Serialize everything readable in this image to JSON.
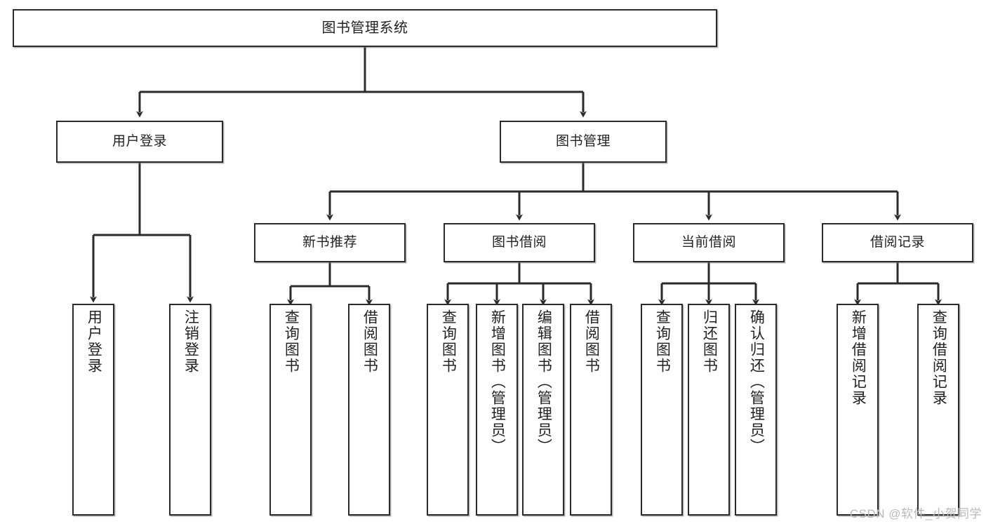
{
  "diagram": {
    "title": "图书管理系统",
    "type": "hierarchy-tree",
    "watermark": "CSDN @软件_小贺同学",
    "nodes": {
      "root": {
        "label": "图书管理系统"
      },
      "level2": [
        {
          "id": "user-login",
          "label": "用户登录"
        },
        {
          "id": "book-manage",
          "label": "图书管理"
        }
      ],
      "level3": [
        {
          "id": "new-book-recommend",
          "label": "新书推荐"
        },
        {
          "id": "book-borrow",
          "label": "图书借阅"
        },
        {
          "id": "current-borrow",
          "label": "当前借阅"
        },
        {
          "id": "borrow-record",
          "label": "借阅记录"
        }
      ],
      "leaves": [
        {
          "id": "leaf-user-login",
          "label": "用户登录",
          "parent": "user-login"
        },
        {
          "id": "leaf-logout-login",
          "label": "注销登录",
          "parent": "user-login"
        },
        {
          "id": "leaf-query-book-1",
          "label": "查询图书",
          "parent": "new-book-recommend"
        },
        {
          "id": "leaf-borrow-book-1",
          "label": "借阅图书",
          "parent": "new-book-recommend"
        },
        {
          "id": "leaf-query-book-2",
          "label": "查询图书",
          "parent": "book-borrow"
        },
        {
          "id": "leaf-add-book",
          "label": "新增图书（管理员）",
          "parent": "book-borrow"
        },
        {
          "id": "leaf-edit-book",
          "label": "编辑图书（管理员）",
          "parent": "book-borrow"
        },
        {
          "id": "leaf-borrow-book-2",
          "label": "借阅图书",
          "parent": "book-borrow"
        },
        {
          "id": "leaf-query-book-3",
          "label": "查询图书",
          "parent": "current-borrow"
        },
        {
          "id": "leaf-return-book",
          "label": "归还图书",
          "parent": "current-borrow"
        },
        {
          "id": "leaf-confirm-return",
          "label": "确认归还（管理员）",
          "parent": "current-borrow"
        },
        {
          "id": "leaf-add-record",
          "label": "新增借阅记录",
          "parent": "borrow-record"
        },
        {
          "id": "leaf-query-record",
          "label": "查询借阅记录",
          "parent": "borrow-record"
        }
      ]
    },
    "colors": {
      "border": "#2b2b2b",
      "background": "#ffffff",
      "text": "#222222",
      "connector": "#2b2b2b",
      "watermark": "#b9b9b9"
    }
  }
}
